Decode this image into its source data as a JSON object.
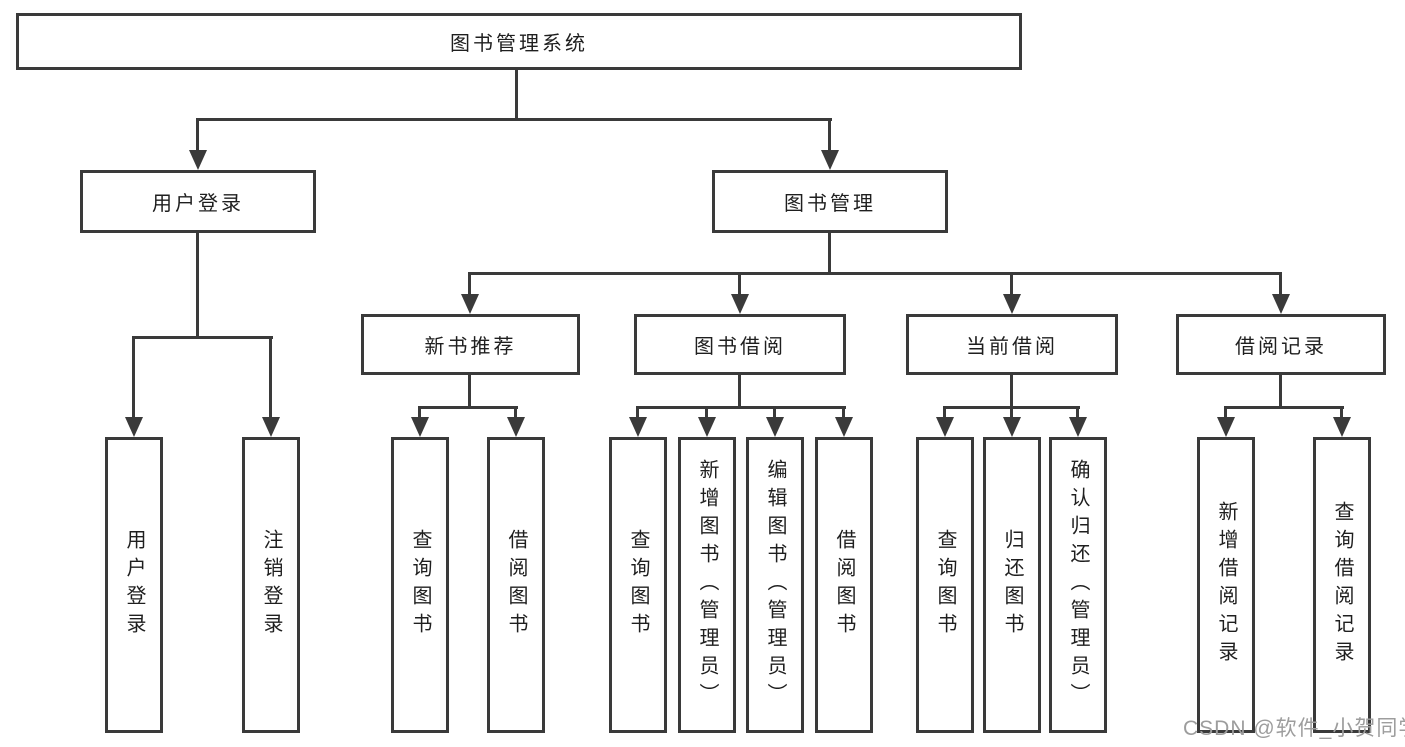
{
  "diagram": {
    "root": {
      "label": "图书管理系统",
      "children": [
        {
          "label": "用户登录",
          "children": [
            {
              "label": "用户登录"
            },
            {
              "label": "注销登录"
            }
          ]
        },
        {
          "label": "图书管理",
          "children": [
            {
              "label": "新书推荐",
              "children": [
                {
                  "label": "查询图书"
                },
                {
                  "label": "借阅图书"
                }
              ]
            },
            {
              "label": "图书借阅",
              "children": [
                {
                  "label": "查询图书"
                },
                {
                  "label": "新增图书（管理员）"
                },
                {
                  "label": "编辑图书（管理员）"
                },
                {
                  "label": "借阅图书"
                }
              ]
            },
            {
              "label": "当前借阅",
              "children": [
                {
                  "label": "查询图书"
                },
                {
                  "label": "归还图书"
                },
                {
                  "label": "确认归还（管理员）"
                }
              ]
            },
            {
              "label": "借阅记录",
              "children": [
                {
                  "label": "新增借阅记录"
                },
                {
                  "label": "查询借阅记录"
                }
              ]
            }
          ]
        }
      ]
    },
    "watermark": {
      "text": "CSDN @软件_小贺同学"
    },
    "colors": {
      "line": "#3a3a3a",
      "box_background": "#ffffff",
      "text": "#1f1f1f",
      "watermark": "#9d9d9d"
    }
  }
}
